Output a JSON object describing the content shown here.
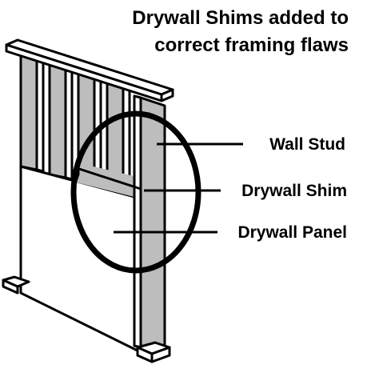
{
  "title": {
    "line1": "Drywall Shims added to",
    "line2": "correct framing flaws"
  },
  "callouts": {
    "wall_stud": "Wall Stud",
    "drywall_shim": "Drywall Shim",
    "drywall_panel": "Drywall Panel"
  },
  "colors": {
    "stud_gray": "#bdbdbd",
    "outline": "#000000",
    "panel": "#ffffff"
  }
}
